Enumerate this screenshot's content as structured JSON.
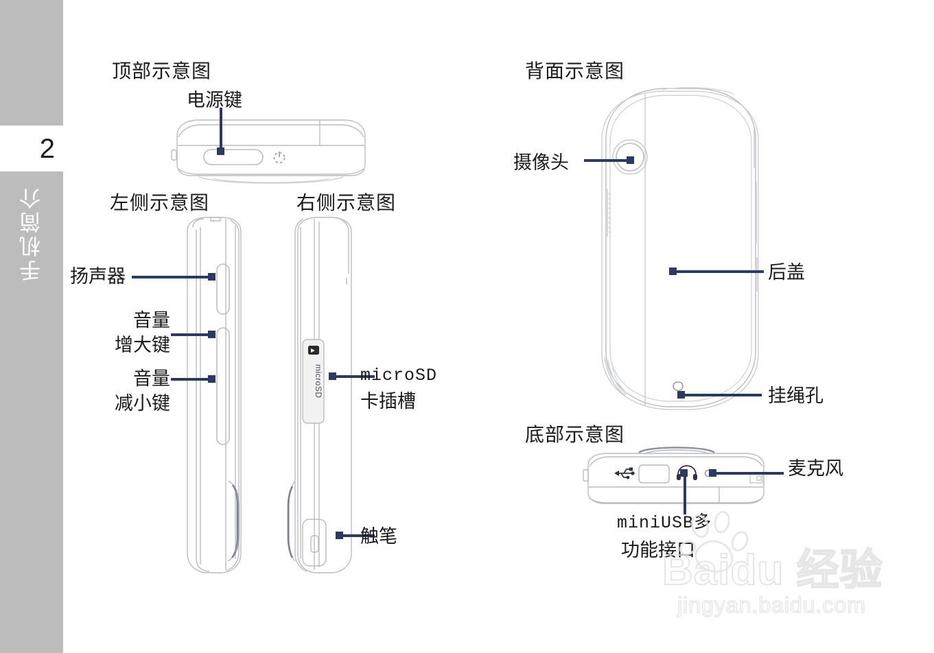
{
  "sidebar": {
    "page_number": "2",
    "chapter_label": "手机简介",
    "band_color": "#bcbcbc"
  },
  "colors": {
    "leader_line": "#2a3a63",
    "outline": "#b9bcc4",
    "text": "#1a1a1a",
    "sidebar_gray": "#bcbcbc"
  },
  "views": {
    "top": {
      "heading": "顶部示意图",
      "callouts": [
        {
          "label": "电源键",
          "name": "power-key"
        }
      ],
      "icons": [
        {
          "name": "power-symbol-icon"
        }
      ]
    },
    "left": {
      "heading": "左侧示意图",
      "callouts": [
        {
          "label": "扬声器",
          "name": "speaker"
        },
        {
          "label_line1": "音量",
          "label_line2": "增大键",
          "name": "volume-up-key"
        },
        {
          "label_line1": "音量",
          "label_line2": "减小键",
          "name": "volume-down-key"
        }
      ]
    },
    "right": {
      "heading": "右侧示意图",
      "callouts": [
        {
          "label_line1": "microSD",
          "label_line2": "卡插槽",
          "name": "microsd-card-slot"
        },
        {
          "label": "触笔",
          "name": "stylus"
        }
      ],
      "slot_label": "microSD"
    },
    "back": {
      "heading": "背面示意图",
      "callouts": [
        {
          "label": "摄像头",
          "name": "camera"
        },
        {
          "label": "后盖",
          "name": "back-cover"
        },
        {
          "label": "挂绳孔",
          "name": "lanyard-hole"
        }
      ]
    },
    "bottom": {
      "heading": "底部示意图",
      "callouts": [
        {
          "label": "麦克风",
          "name": "microphone"
        },
        {
          "label_line1": "miniUSB多",
          "label_line2": "功能接口",
          "name": "miniusb-multifunction-port"
        }
      ],
      "icons": [
        {
          "name": "usb-icon"
        },
        {
          "name": "headphone-icon"
        }
      ]
    }
  },
  "watermark": {
    "main": "Baidu 经验",
    "sub": "jingyan.baidu.com"
  }
}
